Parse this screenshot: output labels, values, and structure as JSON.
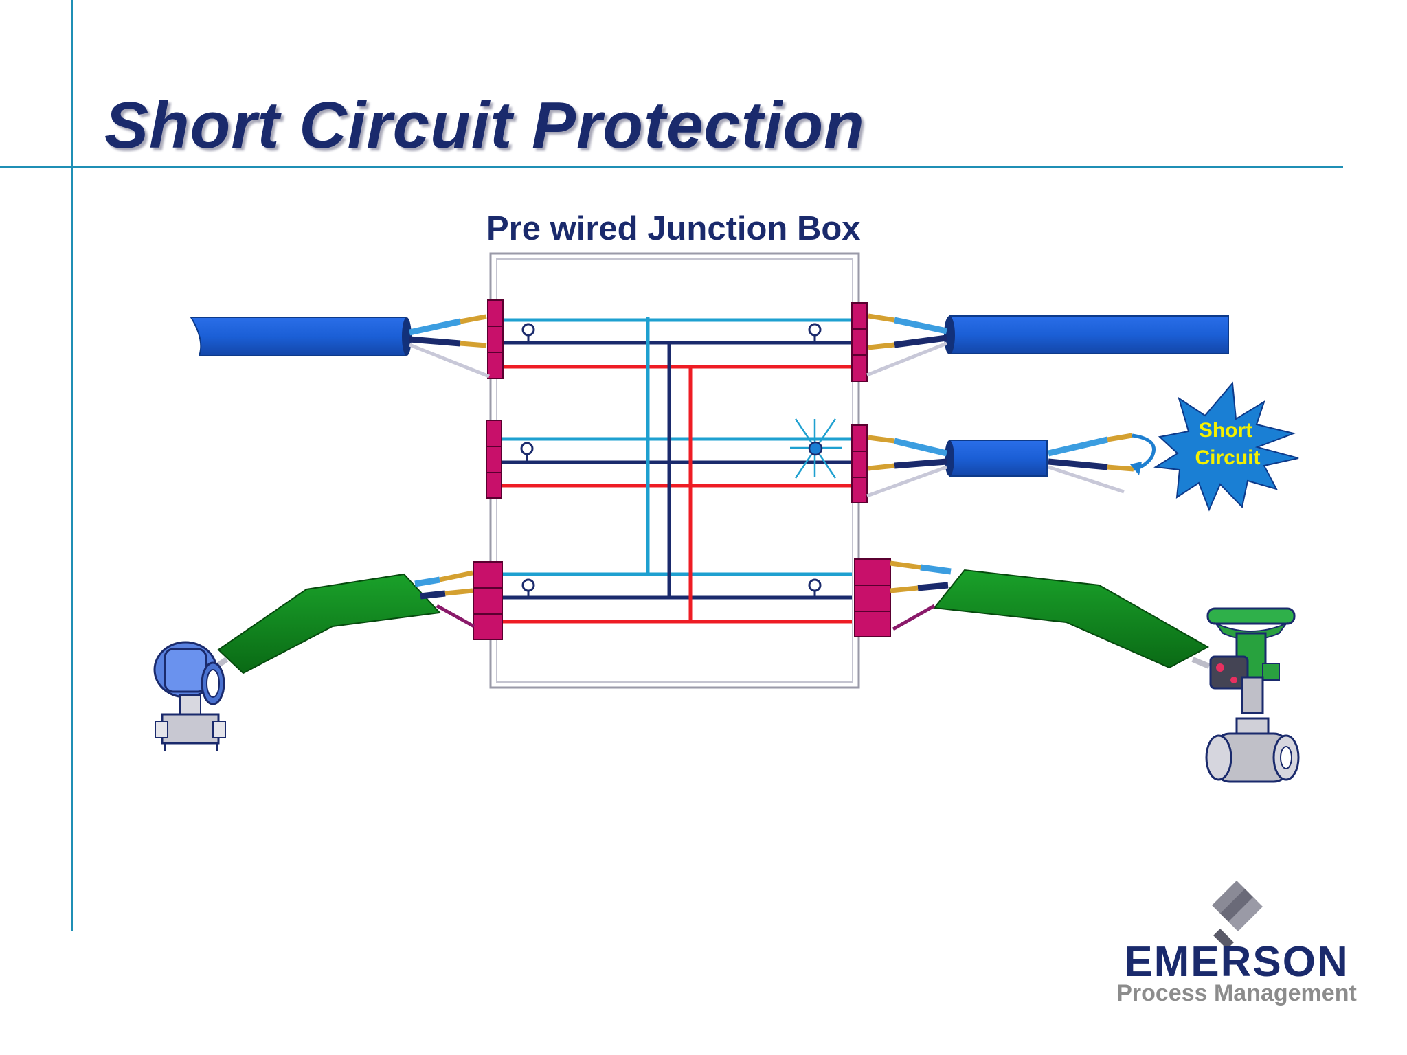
{
  "slide": {
    "title": "Short Circuit Protection",
    "junction_box_label": "Pre wired Junction Box",
    "fault_label_line1": "Short",
    "fault_label_line2": "Circuit",
    "brand": {
      "name": "EMERSON",
      "division": "Process Management"
    }
  },
  "colors": {
    "title": "#1a2a6c",
    "guide_line": "#1f8fb5",
    "trunk_cable": "#1b5fd6",
    "spur_cable_green": "#0f8a1f",
    "terminal_block": "#c8106a",
    "wire_light_blue": "#1ea0d0",
    "wire_dark_navy": "#1a2a6c",
    "wire_red": "#ee1c24",
    "fault_star": "#1a7fd4",
    "fault_text": "#f5f000"
  },
  "icons": {
    "transmitter": "pressure-transmitter-icon",
    "valve": "control-valve-icon",
    "fault": "short-circuit-burst-icon",
    "logo": "emerson-logo-icon"
  }
}
